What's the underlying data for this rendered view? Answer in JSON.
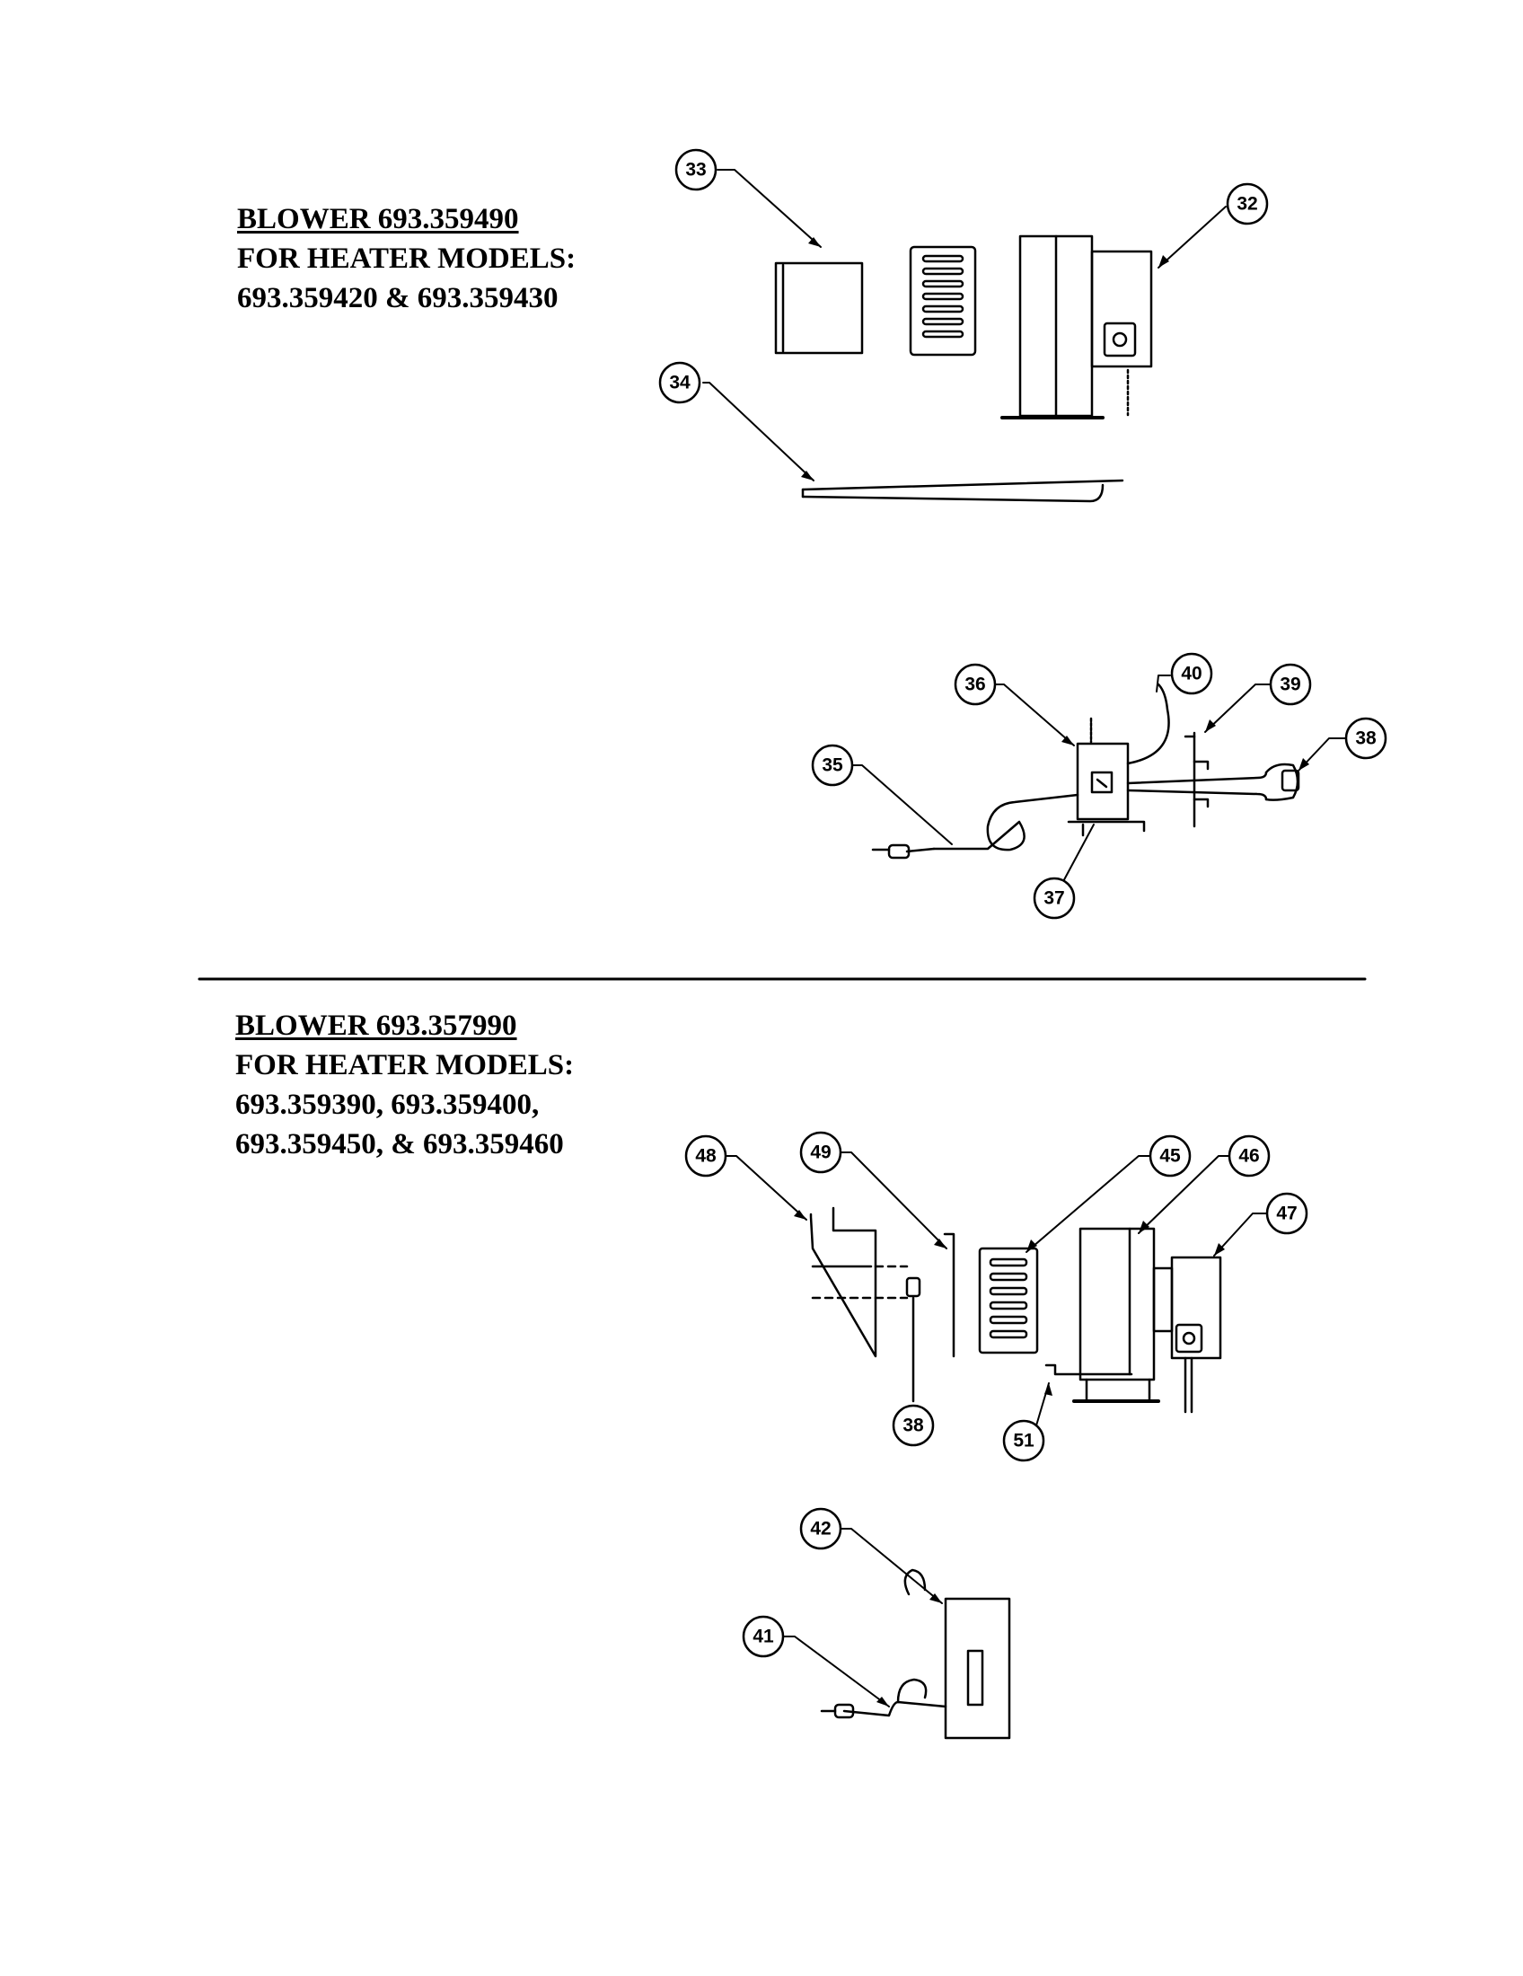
{
  "section1": {
    "title": "BLOWER 693.359490",
    "line1": "FOR HEATER MODELS:",
    "line2": "693.359420 & 693.359430"
  },
  "section2": {
    "title": "BLOWER 693.357990",
    "line1": "FOR HEATER MODELS:",
    "line2": "693.359390, 693.359400,",
    "line3": "693.359450, & 693.359460"
  },
  "callouts": {
    "c33": "33",
    "c32": "32",
    "c34": "34",
    "c36": "36",
    "c40": "40",
    "c39": "39",
    "c38a": "38",
    "c35": "35",
    "c37": "37",
    "c48": "48",
    "c49": "49",
    "c45": "45",
    "c46": "46",
    "c47": "47",
    "c38b": "38",
    "c51": "51",
    "c42": "42",
    "c41": "41"
  },
  "colors": {
    "ink": "#000000",
    "paper": "#ffffff"
  }
}
